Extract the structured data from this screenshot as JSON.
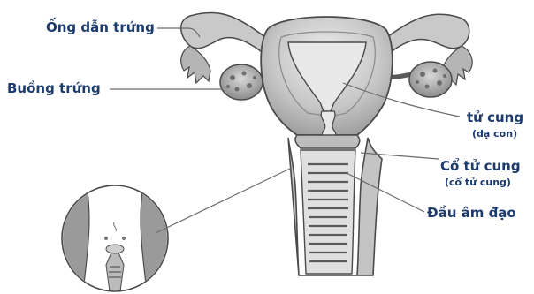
{
  "labels": {
    "fallopian_tube": "Ống dẫn trứng",
    "ovary": "Buồng trứng",
    "uterus": "tử cung",
    "uterus_sub": "(dạ con)",
    "cervix": "Cổ tử cung",
    "cervix_sub": "(cổ tử cung)",
    "vaginal_end": "Đầu âm đạo"
  },
  "colors": {
    "label_text": "#1d3c6e",
    "leader_line": "#6b6b6b",
    "tissue_fill": "#c4c4c4",
    "tissue_outline": "#4a4a4a",
    "cavity_fill": "#e8e8e8"
  }
}
